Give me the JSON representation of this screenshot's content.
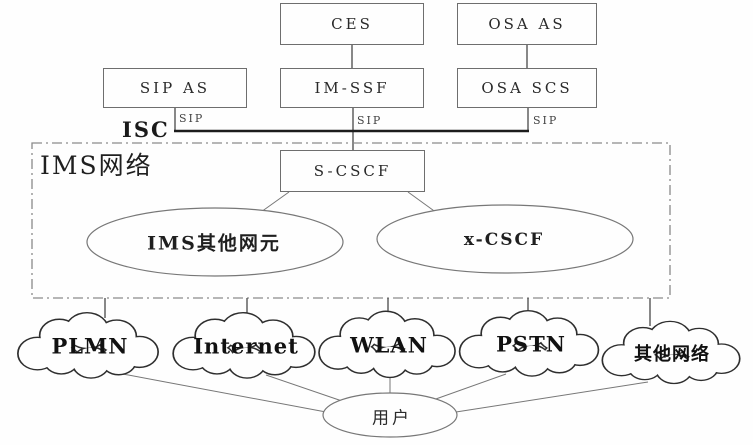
{
  "boxes": {
    "ces": {
      "label": "CES"
    },
    "osa_as": {
      "label": "OSA AS"
    },
    "sip_as": {
      "label": "SIP AS"
    },
    "im_ssf": {
      "label": "IM-SSF"
    },
    "osa_scs": {
      "label": "OSA SCS"
    },
    "s_cscf": {
      "label": "S-CSCF"
    }
  },
  "interface_labels": {
    "isc": "ISC",
    "sip_under_sip_as": "SIP",
    "sip_under_im_ssf": "SIP",
    "sip_under_osa_scs": "SIP"
  },
  "ims_region": {
    "label": "IMS网络"
  },
  "ellipses": {
    "ims_other_elements": {
      "label": "IMS其他网元"
    },
    "x_cscf": {
      "label": "x-CSCF"
    },
    "user": {
      "label": "用户"
    }
  },
  "clouds": {
    "plmn": {
      "label": "PLMN"
    },
    "internet": {
      "label": "Internet"
    },
    "wlan": {
      "label": "WLAN"
    },
    "pstn": {
      "label": "PSTN"
    },
    "other_networks": {
      "label": "其他网络"
    }
  },
  "colors": {
    "thin_line": "#666666",
    "bus_line": "#1c1c1c",
    "cloud_outline": "#2e2e2e",
    "dash_border": "#8a8a8a",
    "text": "#222222",
    "background": "#fefefe"
  }
}
